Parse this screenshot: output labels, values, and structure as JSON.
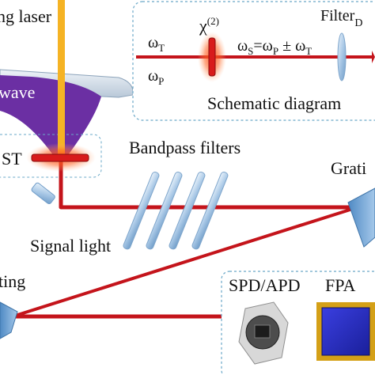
{
  "labels": {
    "pump_laser": "ng laser",
    "wave": "wave",
    "crystal": "ST",
    "bandpass": "Bandpass filters",
    "signal_light": "Signal light",
    "grating_right": "Grati",
    "grating_left": "ting",
    "spd_apd": "SPD/APD",
    "fpa": "FPA"
  },
  "schematic": {
    "caption": "Schematic diagram",
    "omega": "ω",
    "sub_T": "T",
    "sub_P": "P",
    "sub_S": "S",
    "chi": "χ",
    "chi_order": "(2)",
    "eq_mid": "=ω",
    "eq_pm": " ± ω",
    "filter": "Filter",
    "detector_sub": "D"
  },
  "colors": {
    "beam": "#c4141b",
    "pump": "#f5b324",
    "thz_wave": "#6b2fa3",
    "panel_border": "#6aa8c8",
    "optic": "#b8d4ec"
  }
}
